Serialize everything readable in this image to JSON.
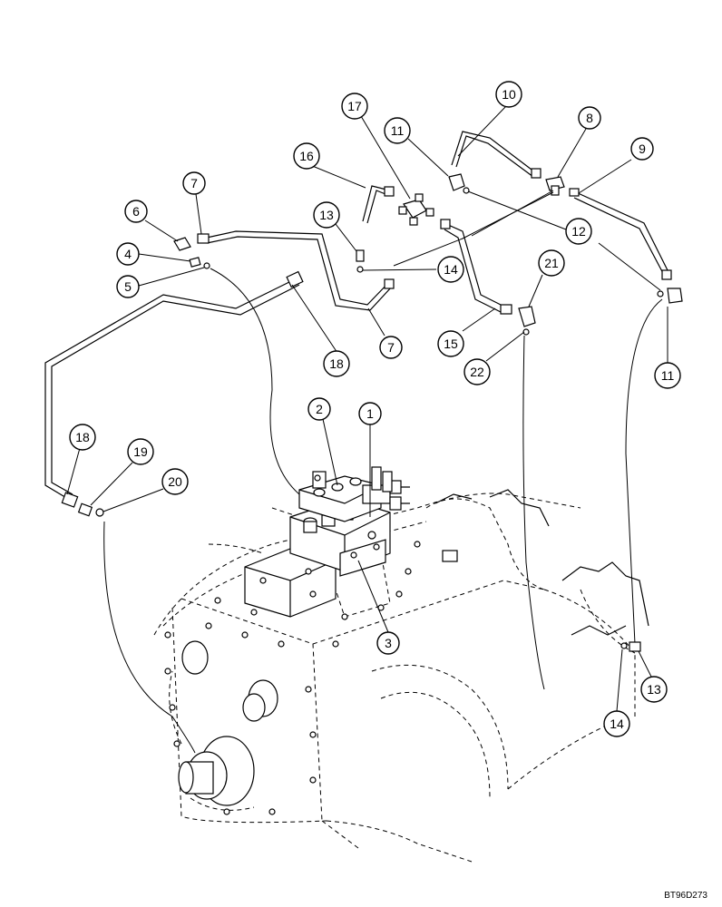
{
  "figure_code": "BT96D273",
  "callouts": [
    "1",
    "2",
    "3",
    "4",
    "5",
    "6",
    "7",
    "7",
    "8",
    "9",
    "10",
    "11",
    "11",
    "12",
    "12",
    "13",
    "13",
    "14",
    "14",
    "15",
    "16",
    "17",
    "18",
    "18",
    "19",
    "20",
    "21",
    "22"
  ]
}
